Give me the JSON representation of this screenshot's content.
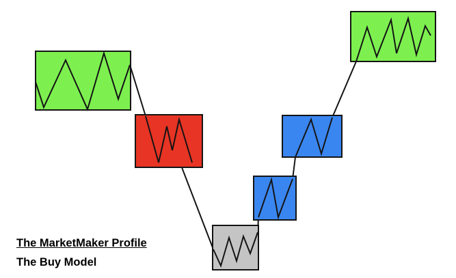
{
  "caption": {
    "title": "The MarketMaker Profile",
    "subtitle": "The Buy Model"
  },
  "colors": {
    "accumulation_green": "#7DF050",
    "distribution_red": "#E83424",
    "reversal_gray": "#C4C4C4",
    "markup_blue": "#3A86F0",
    "stroke": "#141414",
    "background": "#FFFFFF"
  },
  "stages": [
    {
      "id": "green-start",
      "color": "accumulation_green"
    },
    {
      "id": "red-drop",
      "color": "distribution_red"
    },
    {
      "id": "gray-bottom",
      "color": "reversal_gray"
    },
    {
      "id": "blue-rise-1",
      "color": "markup_blue"
    },
    {
      "id": "blue-rise-2",
      "color": "markup_blue"
    },
    {
      "id": "green-end",
      "color": "accumulation_green"
    }
  ]
}
